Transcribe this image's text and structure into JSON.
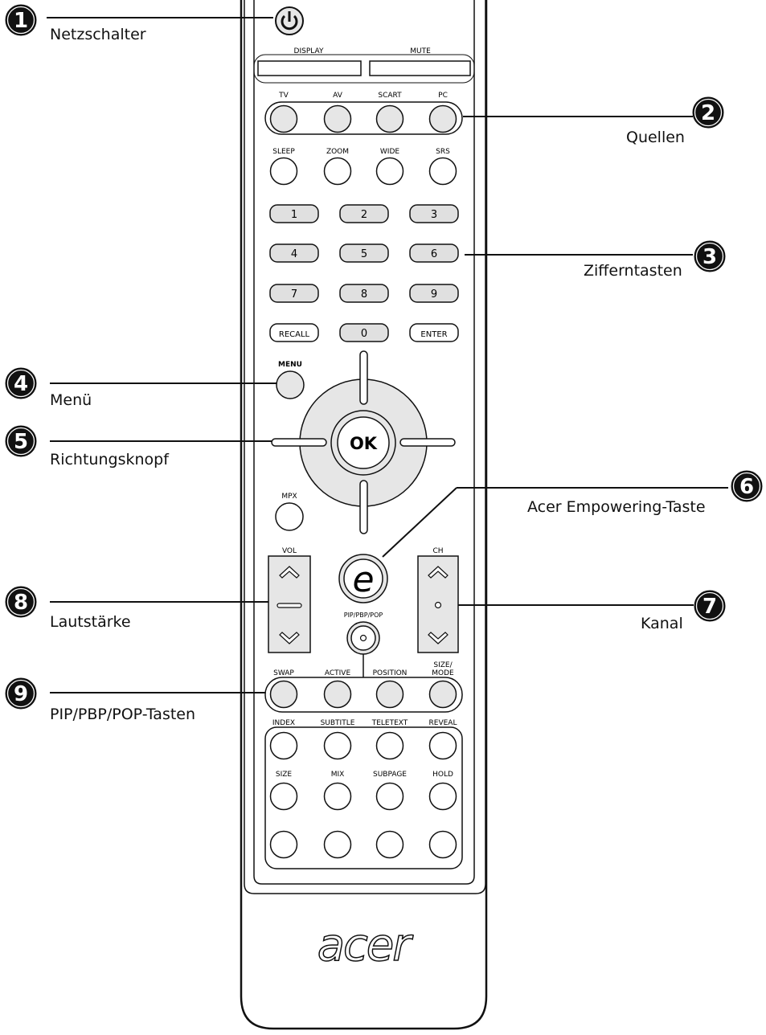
{
  "callouts": [
    {
      "num": "1",
      "text": "Netzschalter"
    },
    {
      "num": "2",
      "text": "Quellen"
    },
    {
      "num": "3",
      "text": "Zifferntasten"
    },
    {
      "num": "4",
      "text": "Menü"
    },
    {
      "num": "5",
      "text": "Richtungsknopf"
    },
    {
      "num": "6",
      "text": "Acer Empowering-Taste"
    },
    {
      "num": "7",
      "text": "Kanal"
    },
    {
      "num": "8",
      "text": "Lautstärke"
    },
    {
      "num": "9",
      "text": "PIP/PBP/POP-Tasten"
    }
  ],
  "remote": {
    "display": "DISPLAY",
    "mute": "MUTE",
    "sources": [
      "TV",
      "AV",
      "SCART",
      "PC"
    ],
    "row2": [
      "SLEEP",
      "ZOOM",
      "WIDE",
      "SRS"
    ],
    "numpad": [
      "1",
      "2",
      "3",
      "4",
      "5",
      "6",
      "7",
      "8",
      "9",
      "RECALL",
      "0",
      "ENTER"
    ],
    "menu": "MENU",
    "ok": "OK",
    "mpx": "MPX",
    "vol": "VOL",
    "ch": "CH",
    "empowering": "e",
    "pip": "PIP/PBP/POP",
    "pip_row": [
      "SWAP",
      "ACTIVE",
      "POSITION",
      "SIZE/\nMODE"
    ],
    "teletext_row1": [
      "INDEX",
      "SUBTITLE",
      "TELETEXT",
      "REVEAL"
    ],
    "teletext_row2": [
      "SIZE",
      "MIX",
      "SUBPAGE",
      "HOLD"
    ],
    "logo": "acer"
  },
  "colors": {
    "button_fill": "#e6e6e6",
    "outline": "#111111",
    "numpad_fill": "#e0e0e0"
  }
}
